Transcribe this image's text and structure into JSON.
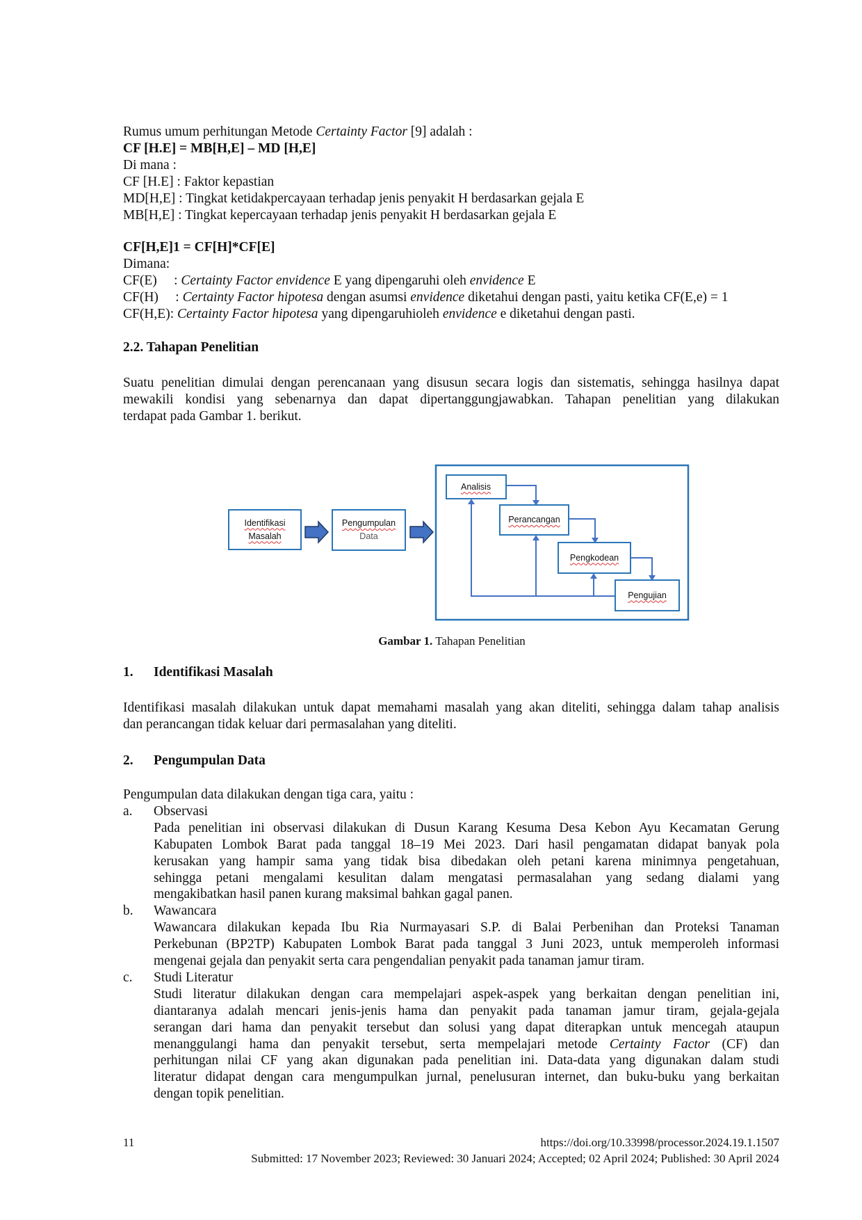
{
  "formula_block": [
    [
      [
        "Rumus umum perhitungan Metode ",
        ""
      ],
      [
        "Certainty Factor",
        "i"
      ],
      [
        " [9] adalah :",
        ""
      ]
    ],
    [
      [
        "CF [H.E] = MB[H,E] – MD [H,E]",
        "b"
      ]
    ],
    "Di mana :",
    "CF [H.E] : Faktor kepastian",
    "MD[H,E] : Tingkat ketidakpercayaan terhadap jenis penyakit H berdasarkan gejala E",
    "MB[H,E] : Tingkat kepercayaan terhadap jenis penyakit H berdasarkan gejala E"
  ],
  "formula_block2": [
    [
      [
        "CF[H,E]1 = CF[H]*CF[E]",
        "b"
      ]
    ],
    "Dimana:",
    [
      [
        "CF(E)     : ",
        ""
      ],
      [
        "Certainty Factor envidence",
        "i"
      ],
      [
        " E yang dipengaruhi oleh ",
        ""
      ],
      [
        "envidence",
        "i"
      ],
      [
        " E",
        ""
      ]
    ],
    [
      [
        "CF(H)     : ",
        ""
      ],
      [
        "Certainty Factor hipotesa",
        "i"
      ],
      [
        " dengan asumsi ",
        ""
      ],
      [
        "envidence",
        "i"
      ],
      [
        " diketahui dengan pasti, yaitu ketika CF(E,e) = 1",
        ""
      ]
    ],
    [
      [
        "CF(H,E): ",
        ""
      ],
      [
        "Certainty Factor hipotesa",
        "i"
      ],
      [
        " yang dipengaruhioleh ",
        ""
      ],
      [
        "envidence",
        "i"
      ],
      [
        " e diketahui dengan pasti.",
        ""
      ]
    ]
  ],
  "section_22": {
    "heading": "2.2.  Tahapan Penelitian",
    "para": [
      "Suatu penelitian dimulai dengan perencanaan yang disusun secara logis dan sistematis, sehingga hasilnya dapat",
      "mewakili kondisi yang sebenarnya dan dapat dipertanggungjawabkan. Tahapan penelitian yang dilakukan",
      "terdapat pada Gambar 1. berikut."
    ]
  },
  "figure": {
    "boxes": {
      "identifikasi": [
        "Identifikasi",
        "Masalah"
      ],
      "pengumpulan": [
        "Pengumpulan",
        "Data"
      ],
      "analisis": "Analisis",
      "perancangan": "Perancangan",
      "pengkodean": "Pengkodean",
      "pengujian": "Pengujian"
    },
    "caption_bold": "Gambar 1.",
    "caption_text": " Tahapan Penelitian",
    "line_color": "#2a76b8",
    "arrow_color": "#4472c4"
  },
  "section_1": {
    "num": "1.",
    "heading": "Identifikasi Masalah",
    "para": [
      "Identifikasi masalah dilakukan untuk dapat memahami masalah yang akan diteliti, sehingga dalam tahap analisis",
      "dan perancangan tidak keluar dari permasalahan yang diteliti."
    ]
  },
  "section_2": {
    "num": "2.",
    "heading": "Pengumpulan Data",
    "intro": "Pengumpulan data dilakukan dengan tiga cara, yaitu :",
    "items": [
      {
        "label": "a.",
        "title": "Observasi",
        "lines": [
          "Pada penelitian ini observasi dilakukan di Dusun Karang Kesuma Desa Kebon Ayu Kecamatan Gerung",
          "Kabupaten Lombok Barat pada tanggal 18–19 Mei 2023. Dari hasil pengamatan didapat banyak pola",
          "kerusakan yang hampir sama yang tidak bisa dibedakan oleh petani karena minimnya pengetahuan,",
          "sehingga petani mengalami kesulitan dalam mengatasi permasalahan yang sedang dialami yang",
          "mengakibatkan hasil panen kurang maksimal bahkan gagal panen."
        ]
      },
      {
        "label": "b.",
        "title": "Wawancara",
        "lines": [
          "Wawancara dilakukan kepada Ibu Ria Nurmayasari S.P. di Balai Perbenihan dan Proteksi Tanaman",
          "Perkebunan (BP2TP) Kabupaten Lombok Barat pada tanggal 3 Juni 2023, untuk memperoleh informasi",
          "mengenai gejala dan penyakit serta cara pengendalian penyakit pada tanaman jamur tiram."
        ]
      },
      {
        "label": "c.",
        "title": "Studi Literatur",
        "lines": [
          "Studi literatur dilakukan dengan cara mempelajari aspek-aspek yang berkaitan dengan penelitian ini,",
          "diantaranya adalah mencari jenis-jenis hama dan penyakit pada tanaman jamur tiram, gejala-gejala",
          "serangan dari hama dan penyakit tersebut dan solusi yang dapat diterapkan untuk mencegah ataupun",
          [
            [
              "menanggulangi hama dan penyakit tersebut, serta mempelajari metode ",
              ""
            ],
            [
              "Certainty Factor",
              "i"
            ],
            [
              " (CF) dan",
              ""
            ]
          ],
          "perhitungan nilai CF yang akan digunakan pada penelitian ini. Data-data yang digunakan dalam studi",
          "literatur didapat dengan cara mengumpulkan jurnal, penelusuran internet, dan buku-buku yang berkaitan",
          "dengan topik penelitian."
        ]
      }
    ]
  },
  "footer": {
    "page": "11",
    "doi": "https://doi.org/10.33998/processor.2024.19.1.1507",
    "dates": "Submitted: 17 November 2023; Reviewed: 30 Januari 2024; Accepted; 02 April 2024; Published: 30 April 2024"
  }
}
